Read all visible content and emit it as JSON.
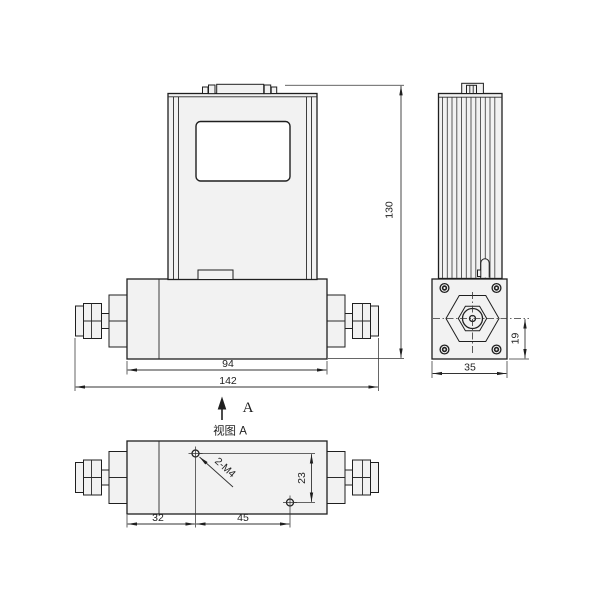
{
  "drawing": {
    "labels": {
      "view_a_title": "视图 A",
      "view_arrow_label": "A",
      "thread_callout": "2-M4"
    },
    "dims": {
      "d130": "130",
      "d94": "94",
      "d142": "142",
      "d35": "35",
      "d19": "19",
      "d23": "23",
      "d32": "32",
      "d45": "45"
    },
    "colors": {
      "line": "#1f1f1f",
      "dimension": "#333333",
      "body_fill": "#f2f2f2",
      "window_fill": "#ffffff",
      "background": "#ffffff"
    }
  }
}
